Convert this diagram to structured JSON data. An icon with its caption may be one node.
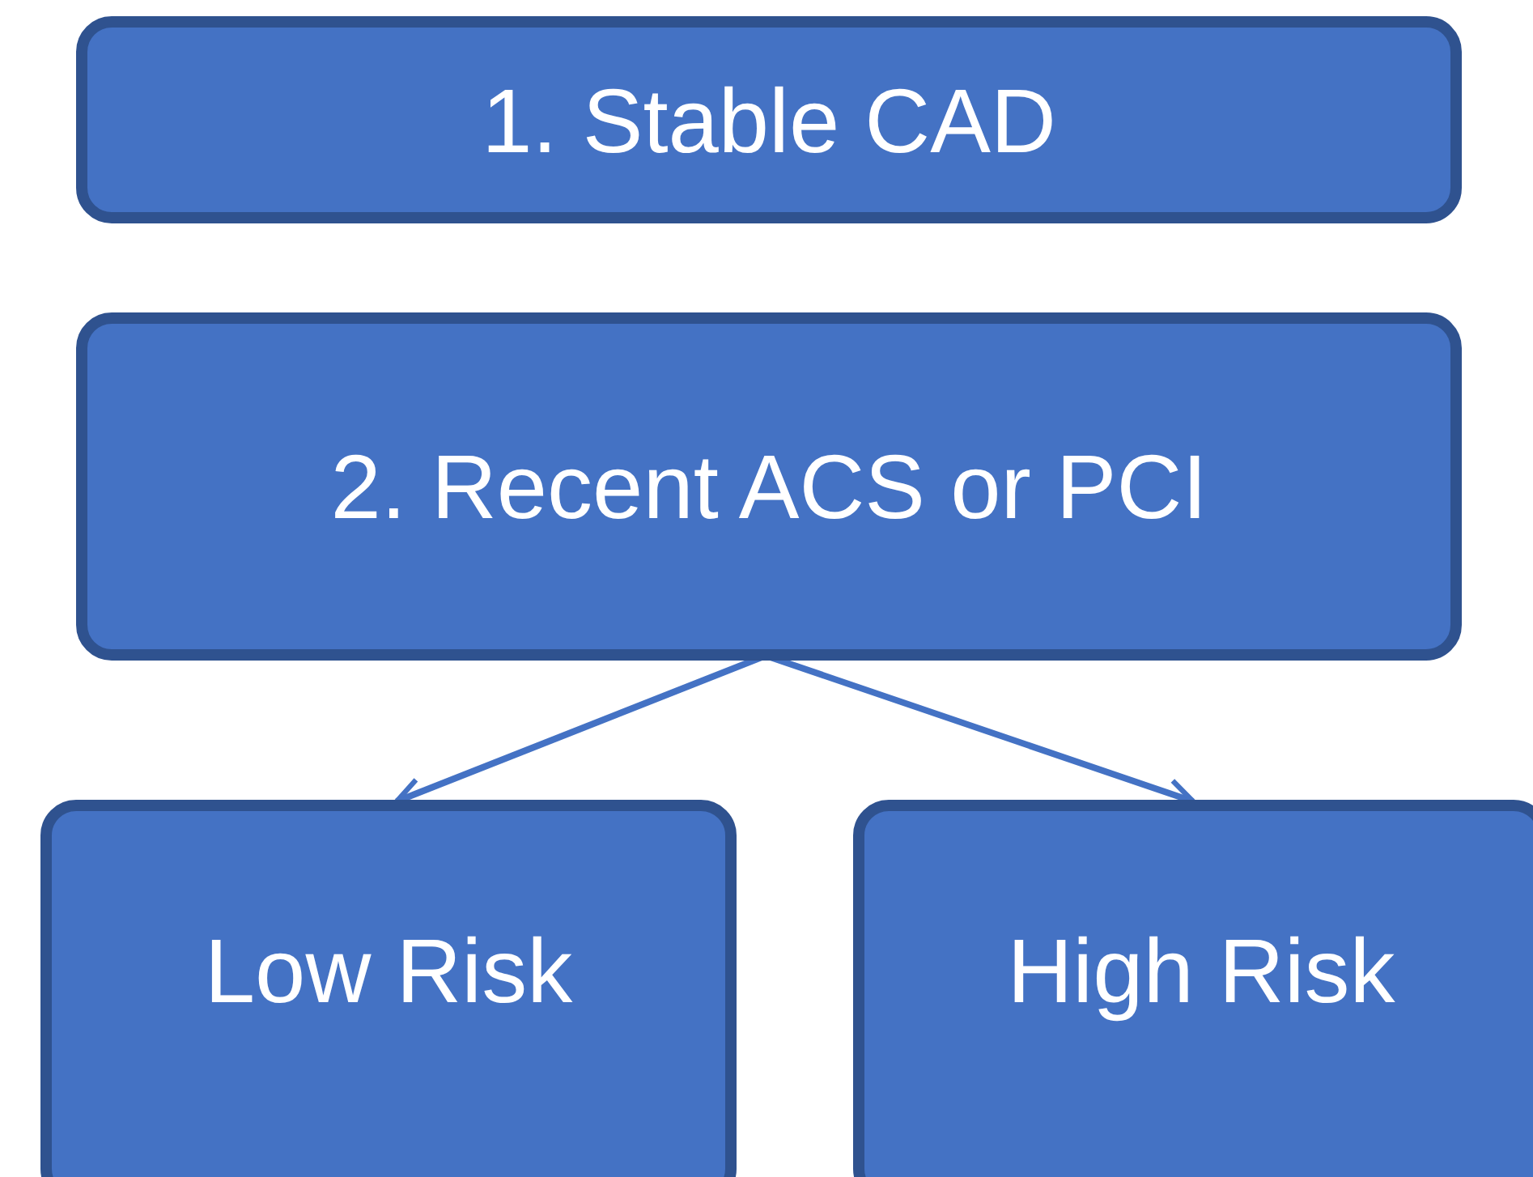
{
  "diagram": {
    "nodes": [
      {
        "text": [
          "1. Stable CAD"
        ]
      },
      {
        "text": [
          "2. Recent ACS or PCI"
        ]
      },
      {
        "text": [
          "Low Risk"
        ]
      },
      {
        "text": [
          "High Risk"
        ]
      }
    ],
    "edges": [
      {
        "from": 1,
        "to": 2,
        "arrow": "to"
      },
      {
        "from": 1,
        "to": 3,
        "arrow": "to"
      }
    ]
  }
}
